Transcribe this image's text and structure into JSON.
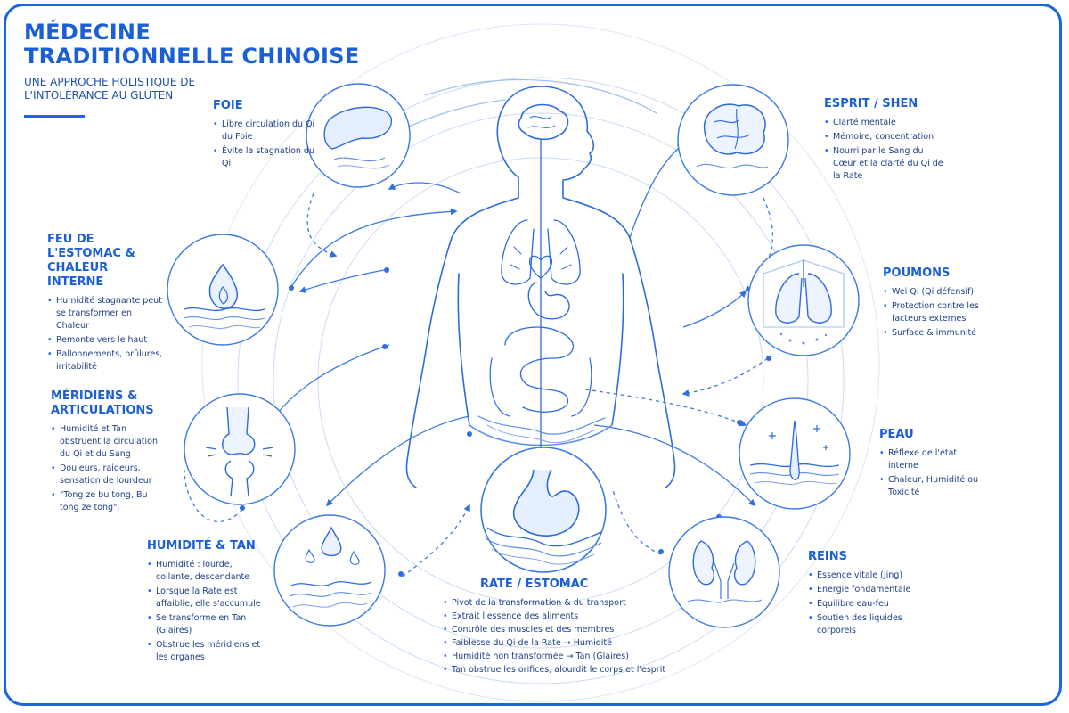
{
  "header": {
    "title_line1": "MÉDECINE",
    "title_line2": "TRADITIONNELLE CHINOISE",
    "subtitle": "UNE APPROCHE HOLISTIQUE DE L'INTOLÉRANCE AU GLUTEN"
  },
  "colors": {
    "accent": "#1a66e0",
    "line": "#3a78e6",
    "text": "#1d3f86"
  },
  "icons": {
    "foie": "liver-icon",
    "feu": "fire-icon",
    "meridiens": "knee-joint-icon",
    "humidite": "water-drops-icon",
    "rate": "stomach-icon",
    "reins": "kidneys-icon",
    "peau": "skin-hair-icon",
    "poumons": "lungs-icon",
    "esprit": "brain-icon",
    "body": "human-body-icon"
  },
  "sections": {
    "foie": {
      "title": "FOIE",
      "items": [
        "Libre circulation du Qi du Foie",
        "Évite la stagnation du Qi"
      ]
    },
    "feu": {
      "title": "FEU DE L'ESTOMAC & CHALEUR INTERNE",
      "items": [
        "Humidité stagnante peut se transformer en Chaleur",
        "Remonte vers le haut",
        "Ballonnements, brûlures, irritabilité"
      ]
    },
    "meridiens": {
      "title": "MÉRIDIENS & ARTICULATIONS",
      "items": [
        "Humidité et Tan obstruent la circulation du Qi et du Sang",
        "Douleurs, raideurs, sensation de lourdeur",
        "\"Tong ze bu tong, Bu tong ze tong\"."
      ]
    },
    "humidite": {
      "title": "HUMIDITÉ & TAN",
      "items": [
        "Humidité : lourde, collante, descendante",
        "Lorsque la Rate est affaiblie, elle s'accumule",
        "Se transforme en Tan (Glaires)",
        "Obstrue les méridiens et les organes"
      ]
    },
    "rate": {
      "title": "RATE / ESTOMAC",
      "items": [
        "Pivot de la transformation & du transport",
        "Extrait l'essence des aliments",
        "Contrôle des muscles et des membres",
        "Faiblesse du Qi de la Rate → Humidité",
        "Humidité non transformée → Tan (Glaires)",
        "Tan obstrue les orifices, alourdit le corps et l'esprit"
      ]
    },
    "reins": {
      "title": "REINS",
      "items": [
        "Essence vitale (Jing)",
        "Énergie fondamentale",
        "Équilibre eau-feu",
        "Soutien des liquides corporels"
      ]
    },
    "peau": {
      "title": "PEAU",
      "items": [
        "Réflexe de l'état interne",
        "Chaleur, Humidité ou Toxicité"
      ]
    },
    "poumons": {
      "title": "POUMONS",
      "items": [
        "Wei Qi (Qi défensif)",
        "Protection contre les facteurs externes",
        "Surface & immunité"
      ]
    },
    "esprit": {
      "title": "ESPRIT / SHEN",
      "items": [
        "Clarté mentale",
        "Mémoire, concentration",
        "Nourri par le Sang du Cœur et la clarté du Qi de la Rate"
      ]
    }
  }
}
